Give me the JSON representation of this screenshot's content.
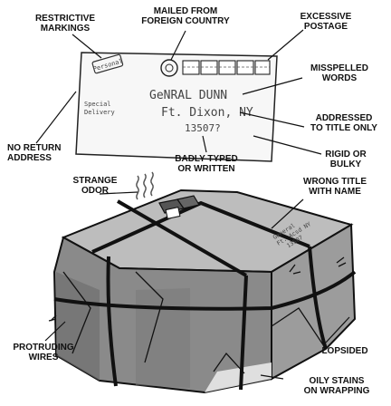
{
  "labels": {
    "restrictive_markings": "RESTRICTIVE\nMARKINGS",
    "mailed_from_foreign": "MAILED FROM\nFOREIGN COUNTRY",
    "excessive_postage": "EXCESSIVE\nPOSTAGE",
    "misspelled_words": "MISSPELLED\nWORDS",
    "addressed_to_title": "ADDRESSED\nTO TITLE ONLY",
    "no_return_address": "NO RETURN\nADDRESS",
    "badly_typed": "BADLY TYPED\nOR WRITTEN",
    "rigid_or_bulky": "RIGID OR\nBULKY",
    "strange_odor": "STRANGE\nODOR",
    "wrong_title": "WRONG TITLE\nWITH NAME",
    "protruding_wires": "PROTRUDING\nWIRES",
    "lopsided": "LOPSIDED",
    "oily_stains": "OILY STAINS\nON WRAPPING"
  },
  "envelope": {
    "stamp_text": "Personal",
    "special_delivery": "Special\nDelivery",
    "address_line1": "GeNRAL DUNN",
    "address_line2": "Ft. Dixon, NY",
    "address_line3": "13507?"
  },
  "package": {
    "label_line1": "General",
    "label_line2": "Ft. Acsd NY",
    "label_line3": "13507"
  },
  "colors": {
    "ink": "#111111",
    "envelope_fill": "#f7f7f7",
    "box_top": "#bdbdbd",
    "box_front": "#8a8a8a",
    "box_side": "#9c9c9c",
    "box_dark": "#5a5a5a"
  }
}
